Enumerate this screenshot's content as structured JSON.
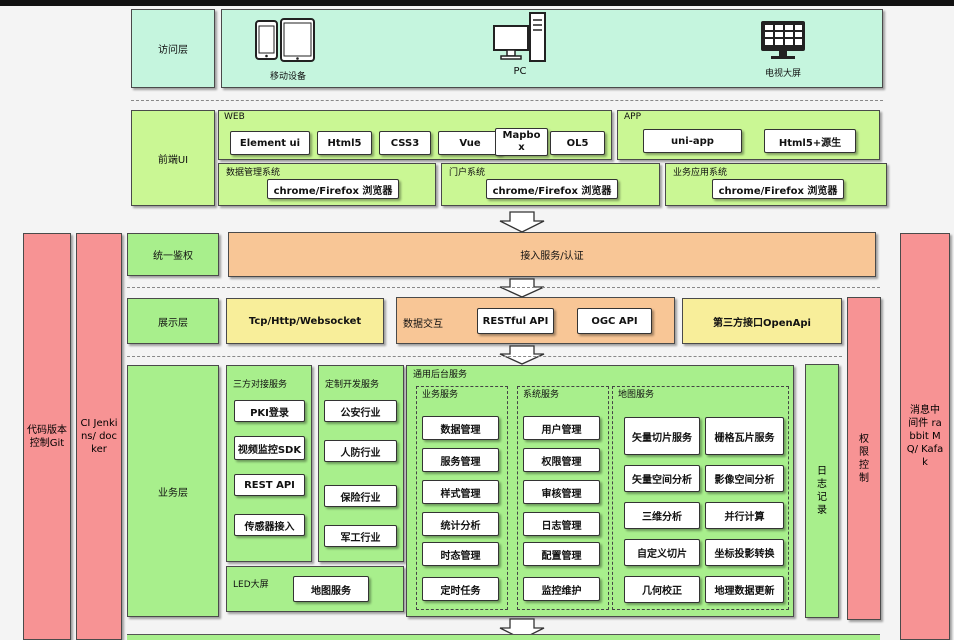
{
  "access": {
    "title": "访问层",
    "mobile": "移动设备",
    "pc": "PC",
    "tv": "电视大屏"
  },
  "frontend": {
    "title": "前端UI",
    "web": {
      "label": "WEB",
      "items": [
        "Element ui",
        "Html5",
        "CSS3",
        "Vue",
        "Mapbox",
        "OL5"
      ]
    },
    "app": {
      "label": "APP",
      "items": [
        "uni-app",
        "Html5+源生"
      ]
    },
    "subsystems": [
      {
        "label": "数据管理系统",
        "browser": "chrome/Firefox 浏览器"
      },
      {
        "label": "门户系统",
        "browser": "chrome/Firefox 浏览器"
      },
      {
        "label": "业务应用系统",
        "browser": "chrome/Firefox 浏览器"
      }
    ]
  },
  "auth": {
    "title": "统一鉴权",
    "content": "接入服务/认证"
  },
  "display": {
    "title": "展示层",
    "protocol": "Tcp/Http/Websocket",
    "exchange": "数据交互",
    "apis": [
      "RESTful API",
      "OGC API"
    ],
    "openapi": "第三方接口OpenApi"
  },
  "business": {
    "title": "业务层",
    "third_party": {
      "label": "三方对接服务",
      "items": [
        "PKI登录",
        "视频监控SDK",
        "REST API",
        "传感器接入"
      ]
    },
    "custom": {
      "label": "定制开发服务",
      "items": [
        "公安行业",
        "人防行业",
        "保险行业",
        "军工行业"
      ]
    },
    "led": {
      "label": "LED大屏",
      "item": "地图服务"
    },
    "general": {
      "label": "通用后台服务",
      "biz": {
        "label": "业务服务",
        "items": [
          "数据管理",
          "服务管理",
          "样式管理",
          "统计分析",
          "时态管理",
          "定时任务"
        ]
      },
      "sys": {
        "label": "系统服务",
        "items": [
          "用户管理",
          "权限管理",
          "审核管理",
          "日志管理",
          "配置管理",
          "监控维护"
        ]
      },
      "map": {
        "label": "地图服务",
        "items": [
          "矢量切片服务",
          "栅格瓦片服务",
          "矢量空间分析",
          "影像空间分析",
          "三维分析",
          "并行计算",
          "自定义切片",
          "坐标投影转换",
          "几何校正",
          "地理数据更新"
        ]
      }
    }
  },
  "side": {
    "log": "日志记录",
    "permission": "权限控制",
    "git": "代码版本控制Git",
    "ci": "CI Jenkins/ docker",
    "mq": "消息中间件 rabbit MQ/ Kafak"
  },
  "colors": {
    "access_bg": "#c5f5de",
    "frontend_bg": "#caf794",
    "layer_bg": "#a8ef8c",
    "auth_bg": "#f8c696",
    "yellow_bg": "#f8ee9a",
    "side_bg": "#f79394"
  }
}
